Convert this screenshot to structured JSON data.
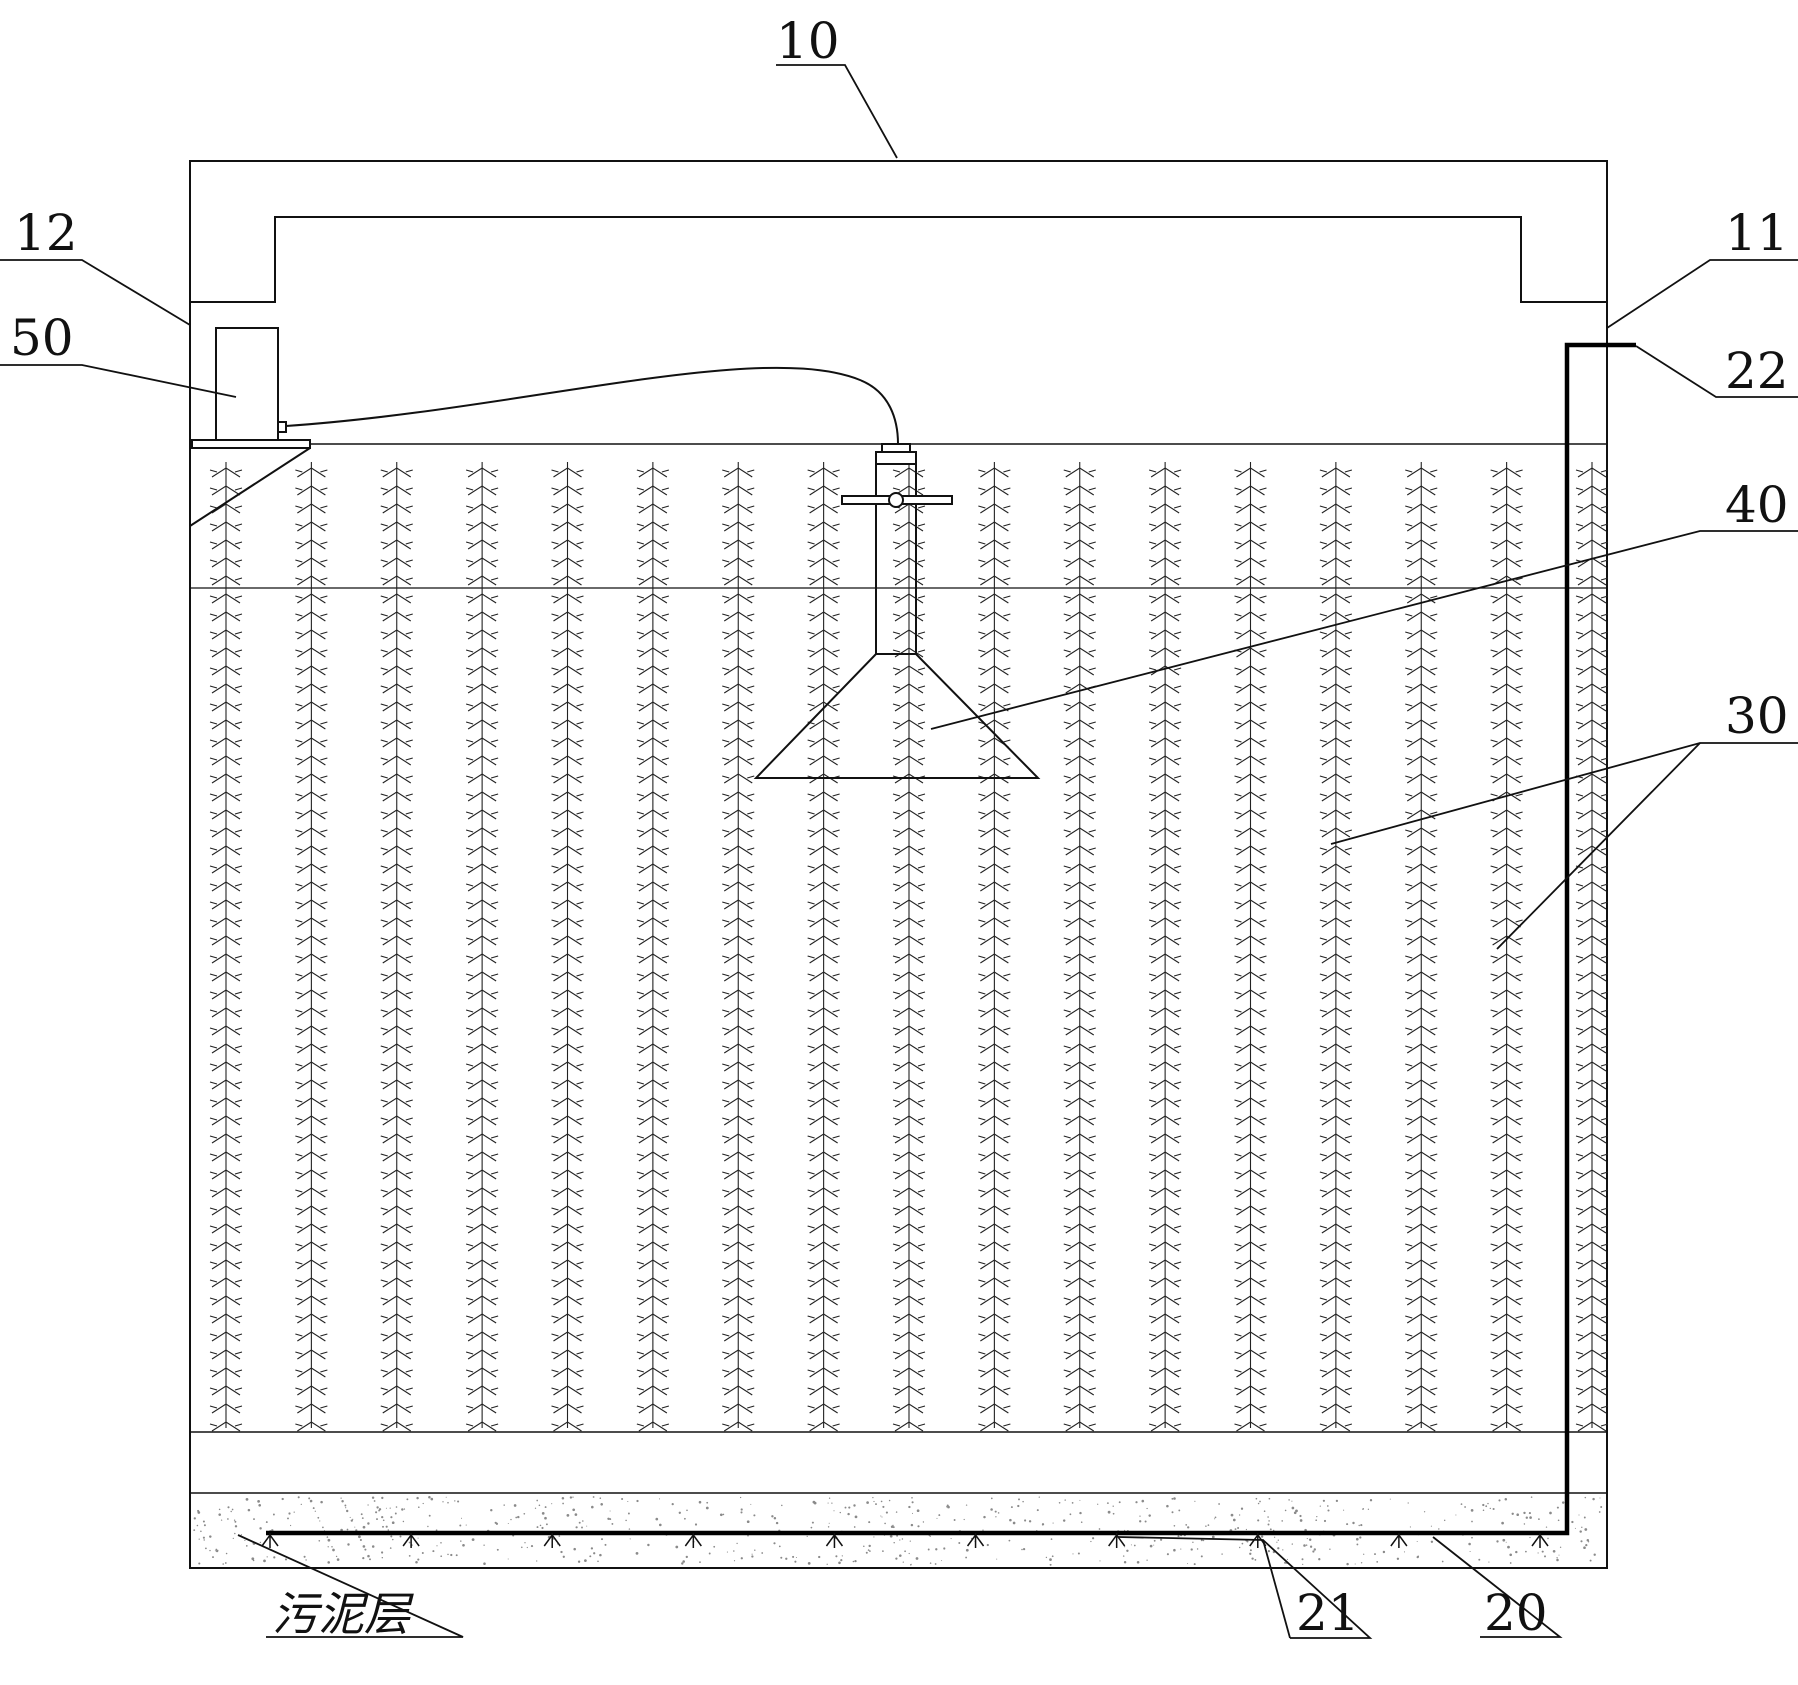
{
  "labels": {
    "tank": "10",
    "right_wall": "11",
    "left_wall": "12",
    "aeration_pipe": "20",
    "aerator_nozzles": "21",
    "pipe_inlet": "22",
    "fiber_filler": "30",
    "collection_hood": "40",
    "pump": "50",
    "sludge_layer": "污泥层"
  },
  "colors": {
    "line": "#111111",
    "pipe": "#000000",
    "sludge_dot": "#8a8a8a"
  },
  "filler_columns": 17,
  "aerator_nozzle_count": 10
}
